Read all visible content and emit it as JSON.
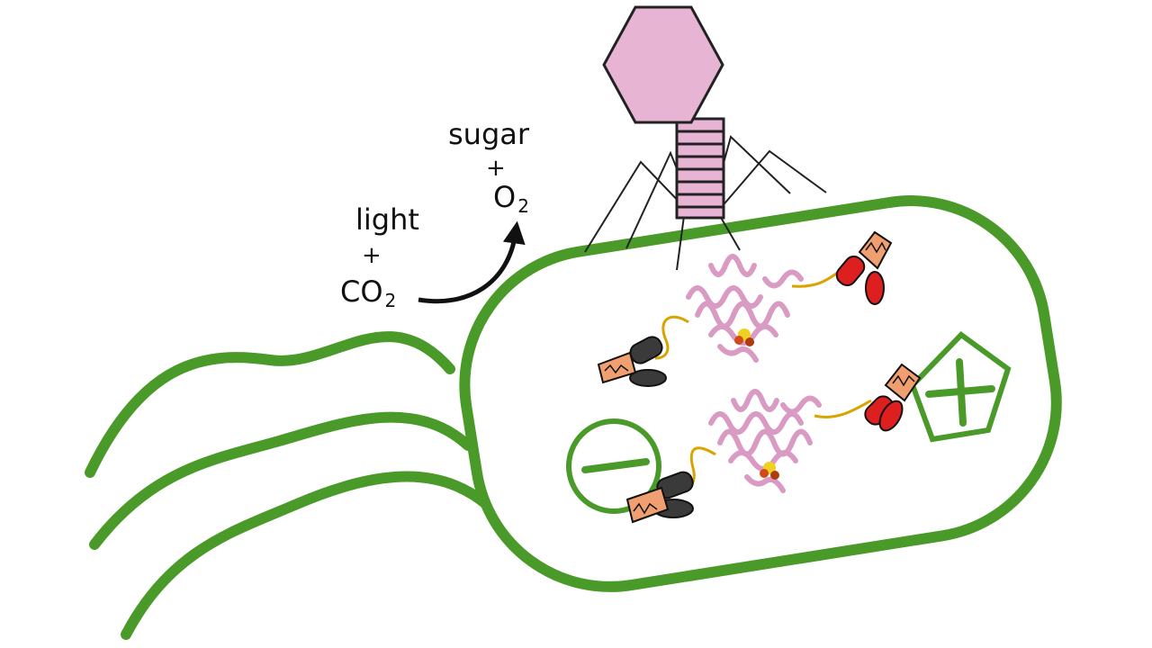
{
  "reaction": {
    "input_top": "light",
    "input_plus": "+",
    "input_bottom_base": "CO",
    "input_bottom_sub": "2",
    "output_top": "sugar",
    "output_plus": "+",
    "output_bottom_base": "O",
    "output_bottom_sub": "2"
  },
  "colors": {
    "membrane": "#4a9a2a",
    "phage_head": "#e8b4d4",
    "protein": "#e8b4d4",
    "clip_orange": "#f0a070",
    "clip_black": "#3a3a3a",
    "clip_red": "#dd1f1f",
    "wire": "#d9a400"
  },
  "icons": [
    "phage-icon",
    "minus-electrode-icon",
    "plus-electrode-icon",
    "alligator-clip-icon",
    "protein-icon"
  ]
}
